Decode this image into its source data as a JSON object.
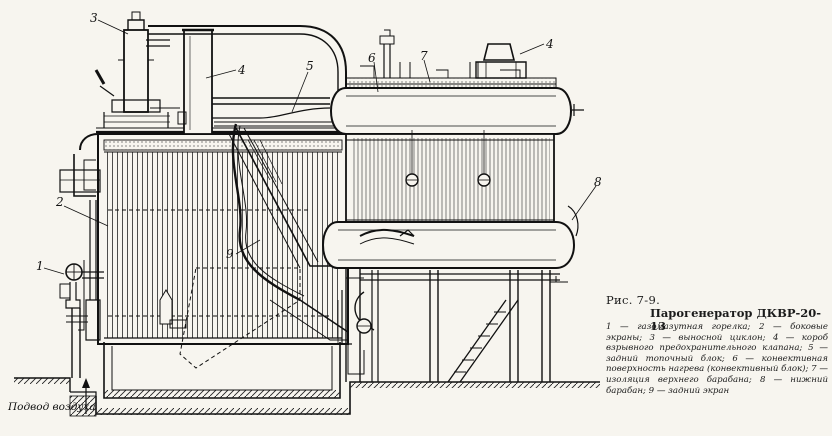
{
  "figure": {
    "label": "Рис. 7-9.",
    "title": "Парогенератор ДКВР-20-13",
    "legend": "1 — газомазутная горелка; 2 — боковые экраны; 3 — выносной циклон; 4 — короб взрывного предохранительного клапана; 5 — задний топочный блок; 6 — конвективная поверхность нагрева (конвективный блок); 7 — изоляция верхнего барабана; 8 — нижний барабан; 9 — задний экран"
  },
  "callouts": {
    "n1": "1",
    "n2": "2",
    "n3": "3",
    "n4a": "4",
    "n4b": "4",
    "n5": "5",
    "n6": "6",
    "n7": "7",
    "n8": "8",
    "n9": "9"
  },
  "air_inlet_label": "Подвод воздуха"
}
